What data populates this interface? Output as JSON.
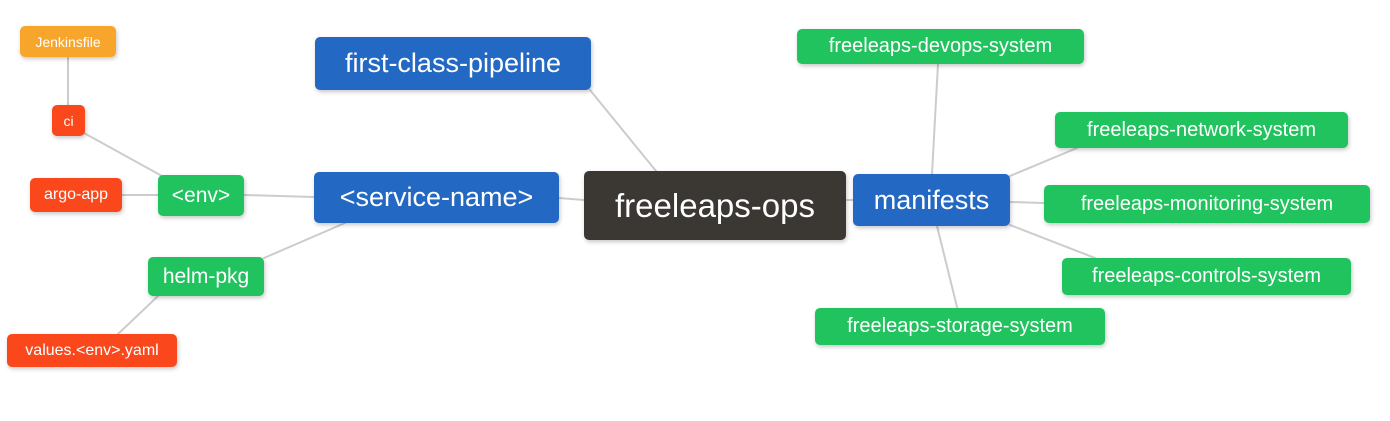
{
  "colors": {
    "blue": "#2368c2",
    "green": "#21c35e",
    "red": "#fa481c",
    "orange": "#f8a52b",
    "dark": "#3b3733",
    "edge": "#cccccc",
    "text": "#ffffff",
    "bg": "#ffffff"
  },
  "mindmap": {
    "root": {
      "label": "freeleaps-ops"
    },
    "pipeline_branch": {
      "first_class_pipeline": {
        "label": "first-class-pipeline"
      },
      "service_name": {
        "label": "<service-name>"
      },
      "env": {
        "label": "<env>"
      },
      "ci": {
        "label": "ci"
      },
      "jenkinsfile": {
        "label": "Jenkinsfile"
      },
      "argo_app": {
        "label": "argo-app"
      },
      "helm_pkg": {
        "label": "helm-pkg"
      },
      "values_file": {
        "label": "values.<env>.yaml"
      }
    },
    "manifests_branch": {
      "manifests": {
        "label": "manifests"
      },
      "systems": [
        {
          "label": "freeleaps-devops-system"
        },
        {
          "label": "freeleaps-network-system"
        },
        {
          "label": "freeleaps-monitoring-system"
        },
        {
          "label": "freeleaps-controls-system"
        },
        {
          "label": "freeleaps-storage-system"
        }
      ]
    }
  }
}
